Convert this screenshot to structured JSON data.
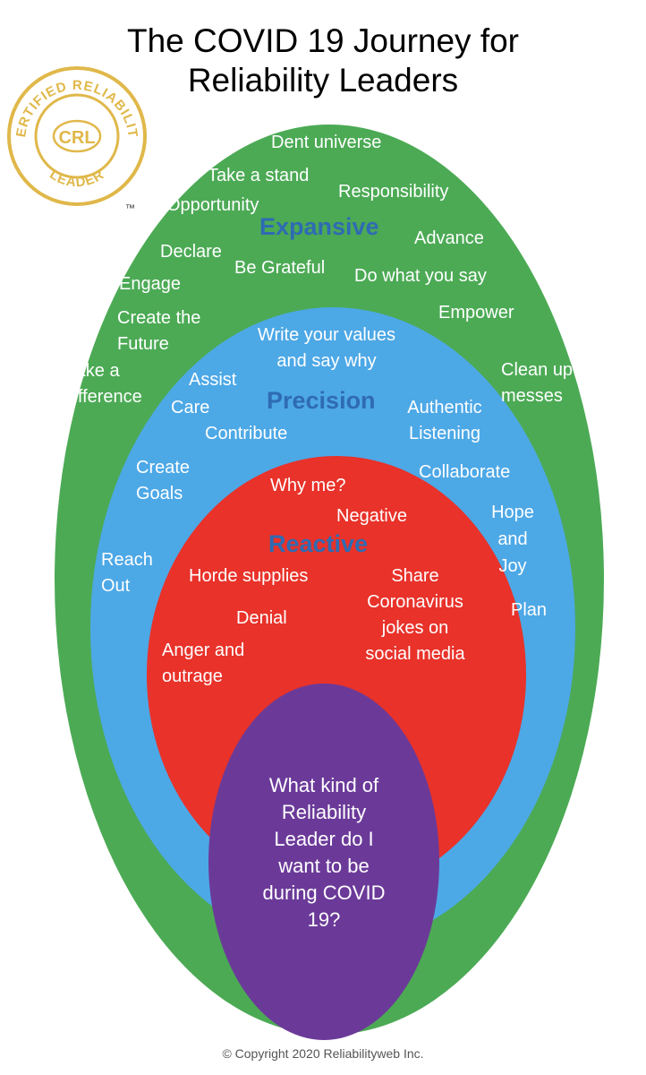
{
  "title": {
    "line1": "The COVID 19 Journey for",
    "line2": "Reliability Leaders"
  },
  "badge": {
    "top_text": "CERTIFIED  RELIABILITY",
    "bottom_text": "LEADER",
    "center": "CRL",
    "tm": "™",
    "color": "#e0b84a"
  },
  "colors": {
    "expansive": "#4caa55",
    "precision": "#4da8e6",
    "reactive": "#e8322a",
    "core": "#6b3a99",
    "zone_label": "#2f6bb3"
  },
  "expansive": {
    "zone": "Expansive",
    "items": {
      "dent_universe": "Dent universe",
      "take_a_stand": "Take a stand",
      "responsibility": "Responsibility",
      "opportunity": "Opportunity",
      "advance": "Advance",
      "declare": "Declare",
      "be_grateful": "Be Grateful",
      "do_what_you_say": "Do what you say",
      "engage": "Engage",
      "empower": "Empower",
      "create_future_1": "Create the",
      "create_future_2": "Future",
      "make_difference_1": "Make a",
      "make_difference_2": "Difference",
      "clean_up_1": "Clean up",
      "clean_up_2": "messes"
    }
  },
  "precision": {
    "zone": "Precision",
    "items": {
      "write_values_1": "Write your values",
      "write_values_2": "and say why",
      "assist": "Assist",
      "care": "Care",
      "authentic_1": "Authentic",
      "authentic_2": "Listening",
      "contribute": "Contribute",
      "create_goals_1": "Create",
      "create_goals_2": "Goals",
      "collaborate": "Collaborate",
      "hope_1": "Hope",
      "hope_2": "and",
      "hope_3": "Joy",
      "reach_out_1": "Reach",
      "reach_out_2": "Out",
      "plan": "Plan"
    }
  },
  "reactive": {
    "zone": "Reactive",
    "items": {
      "why_me": "Why me?",
      "negative": "Negative",
      "horde": "Horde supplies",
      "share_1": "Share",
      "share_2": "Coronavirus",
      "share_3": "jokes on",
      "share_4": "social media",
      "denial": "Denial",
      "anger_1": "Anger and",
      "anger_2": "outrage"
    }
  },
  "core": {
    "lines": [
      "What kind of",
      "Reliability",
      "Leader do I",
      "want to be",
      "during COVID",
      "19?"
    ]
  },
  "copyright": "© Copyright 2020 Reliabilityweb Inc."
}
